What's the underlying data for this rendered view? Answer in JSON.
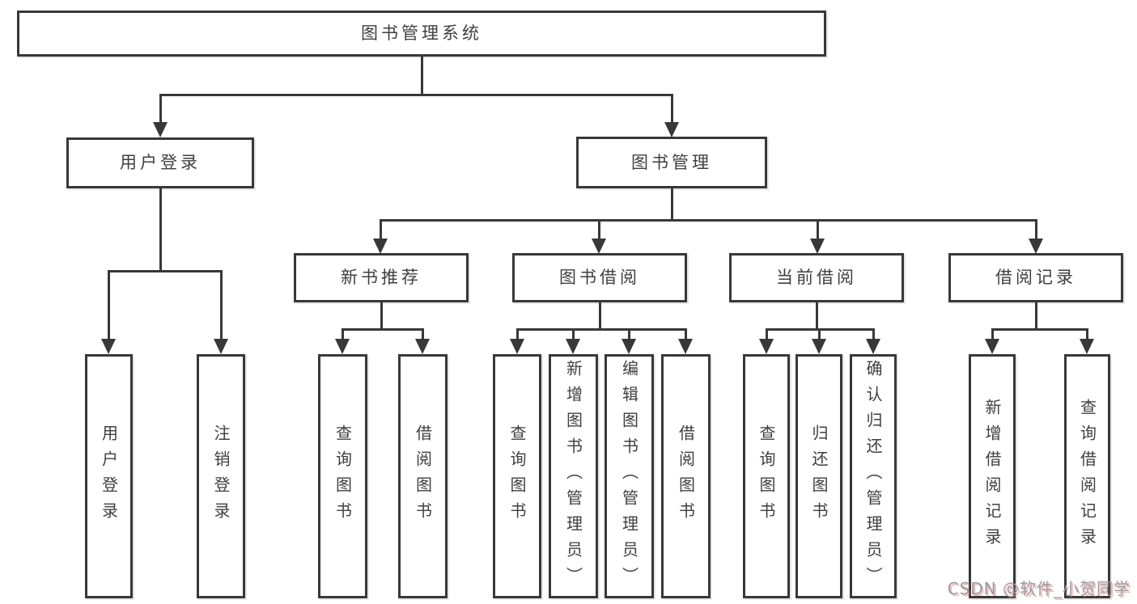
{
  "diagram": {
    "root": {
      "label": "图书管理系统",
      "children": [
        {
          "label": "用户登录",
          "children": [
            {
              "label": "用户登录"
            },
            {
              "label": "注销登录"
            }
          ]
        },
        {
          "label": "图书管理",
          "children": [
            {
              "label": "新书推荐",
              "children": [
                {
                  "label": "查询图书"
                },
                {
                  "label": "借阅图书"
                }
              ]
            },
            {
              "label": "图书借阅",
              "children": [
                {
                  "label": "查询图书"
                },
                {
                  "label": "新增图书（管理员）"
                },
                {
                  "label": "编辑图书（管理员）"
                },
                {
                  "label": "借阅图书"
                }
              ]
            },
            {
              "label": "当前借阅",
              "children": [
                {
                  "label": "查询图书"
                },
                {
                  "label": "归还图书"
                },
                {
                  "label": "确认归还（管理员）"
                }
              ]
            },
            {
              "label": "借阅记录",
              "children": [
                {
                  "label": "新增借阅记录"
                },
                {
                  "label": "查询借阅记录"
                }
              ]
            }
          ]
        }
      ]
    }
  },
  "watermark": {
    "text": "CSDN @软件_小贺同学"
  },
  "colors": {
    "line": "#383838",
    "text": "#3f3f3f",
    "watermark": "#979ca3",
    "background": "#ffffff"
  }
}
